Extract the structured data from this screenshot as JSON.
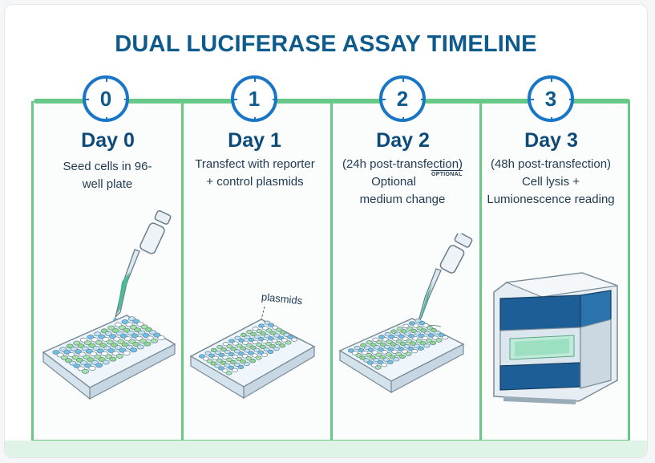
{
  "title": "DUAL LUCIFERASE ASSAY TIMELINE",
  "colors": {
    "timeline": "#67c985",
    "circle": "#1976c6",
    "title": "#0d5a8c",
    "well_blue": "#6fbfe6",
    "well_green": "#8fd98a",
    "liquid": "#3bb38a"
  },
  "steps": [
    {
      "number": "0",
      "day": "Day 0",
      "lines": [
        "Seed cells in 96-",
        "well plate"
      ],
      "illustration": "pipette-with-well-plate"
    },
    {
      "number": "1",
      "day": "Day 1",
      "lines": [
        "Transfect with reporter",
        "+ control plasmids"
      ],
      "illustration": "well-plate-with-plasmids",
      "annotation": "plasmids"
    },
    {
      "number": "2",
      "day": "Day 2",
      "lines": [
        "(24h post-transfection)",
        "Optional",
        "medium change"
      ],
      "tag": "OPTIONAL",
      "illustration": "pipette-with-well-plate"
    },
    {
      "number": "3",
      "day": "Day 3",
      "lines": [
        "(48h post-transfection)",
        "Cell lysis +",
        "Lumionescence reading"
      ],
      "illustration": "plate-reader"
    }
  ]
}
